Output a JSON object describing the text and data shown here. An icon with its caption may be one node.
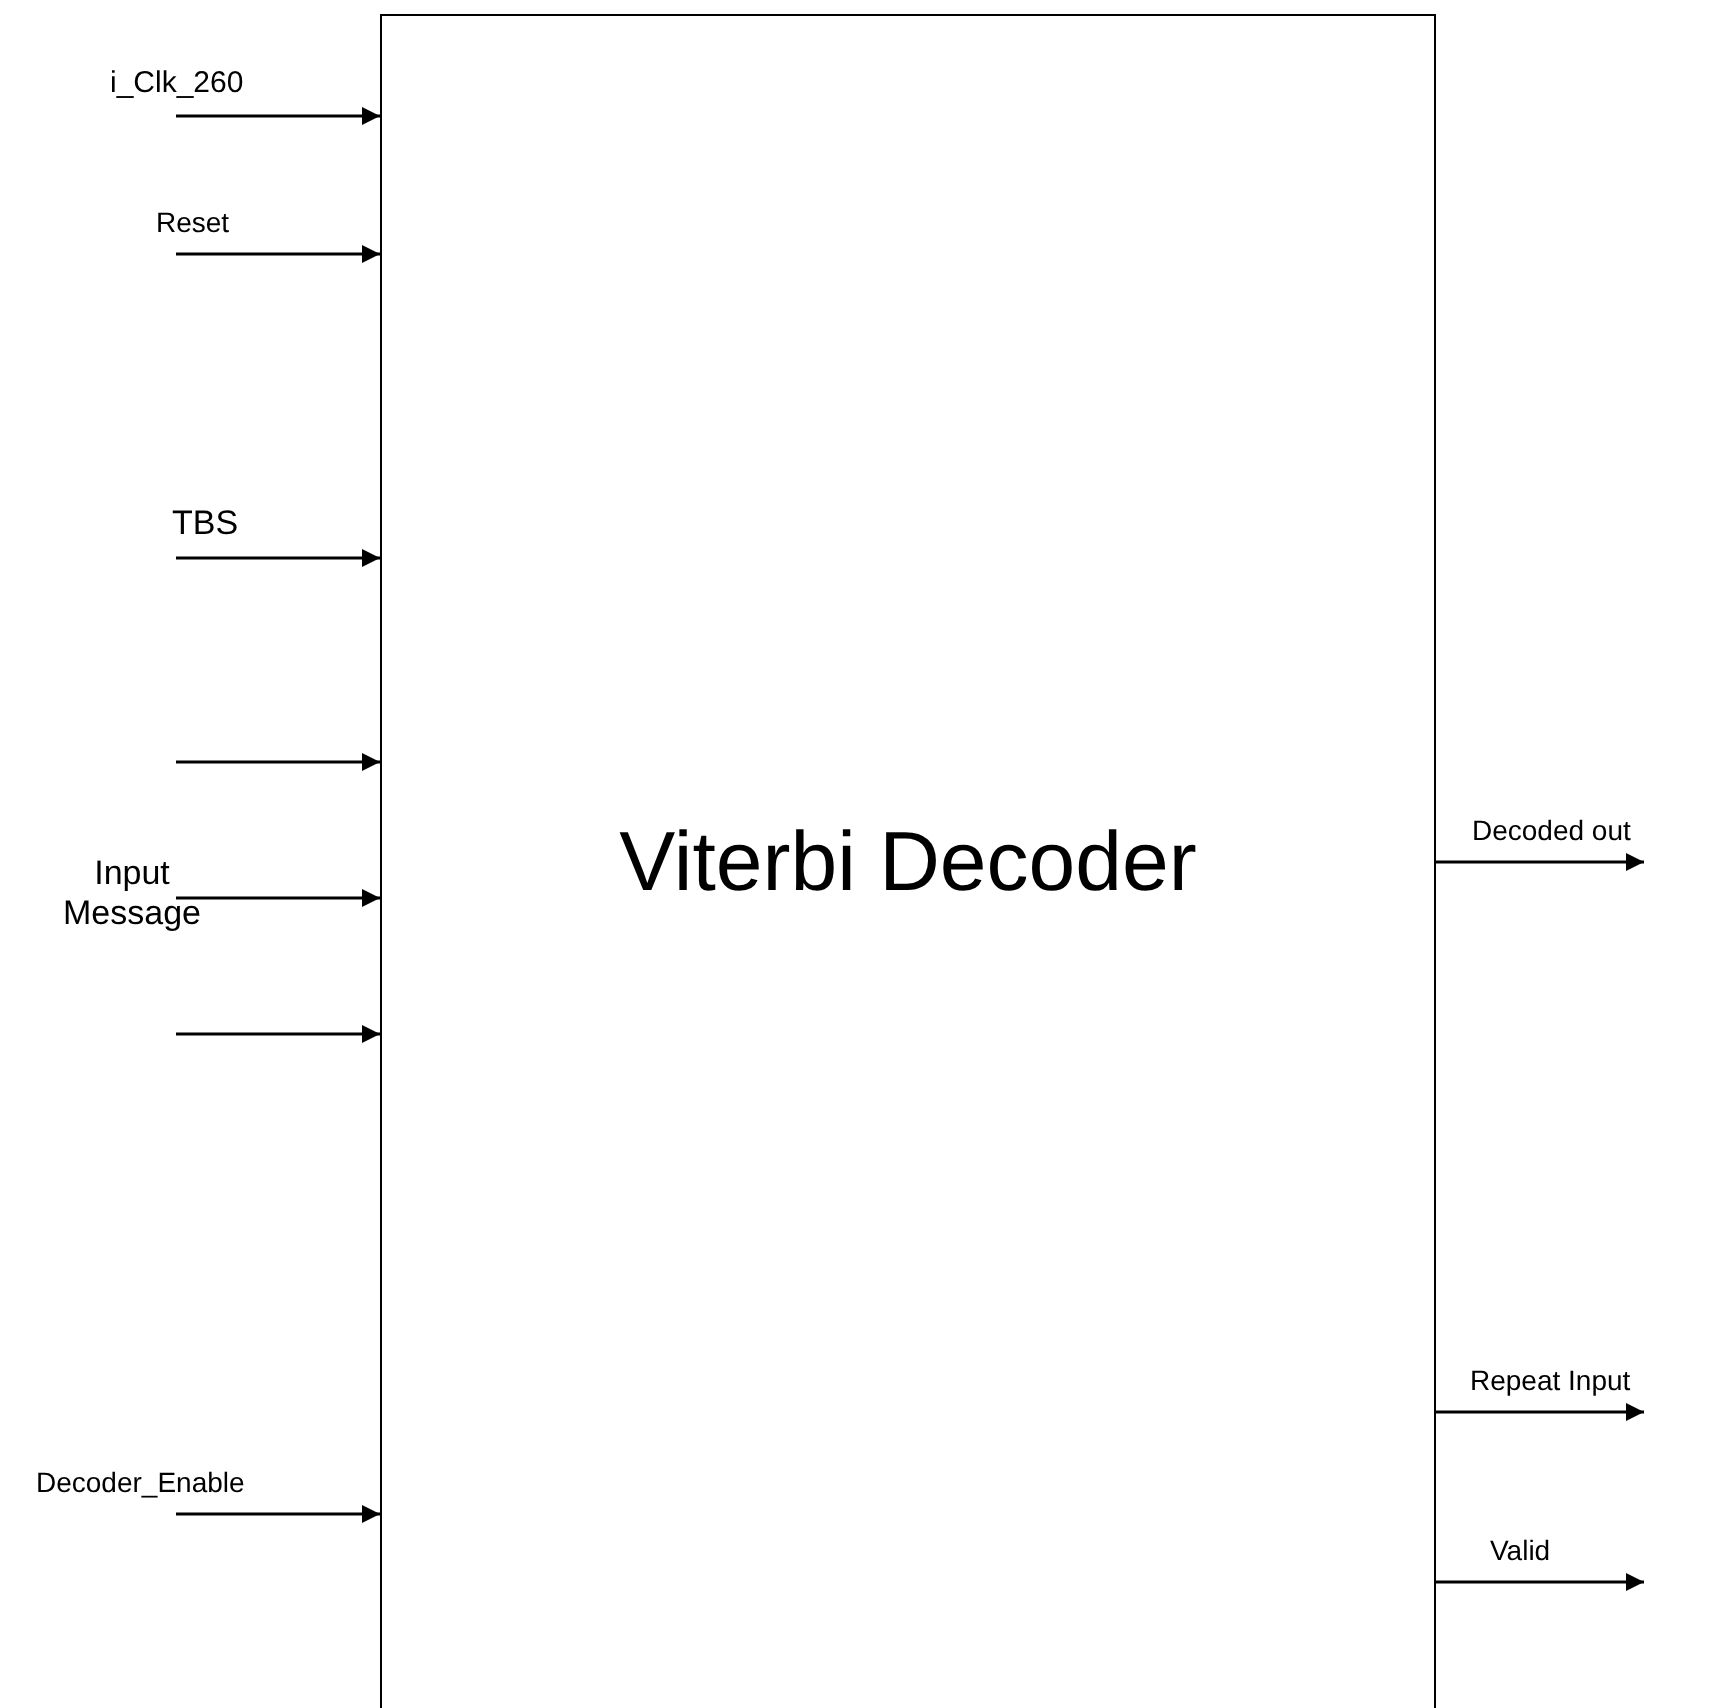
{
  "diagram": {
    "nodes": [
      {
        "text": [
          "Viterbi Decoder"
        ]
      },
      {
        "text": [
          "i_Clk_260"
        ]
      },
      {
        "text": [
          "Reset"
        ]
      },
      {
        "text": [
          "TBS"
        ]
      },
      {
        "text": [
          "Decoder_Enable"
        ]
      },
      {
        "text": [
          "Decoded out"
        ]
      },
      {
        "text": [
          "Repeat Input"
        ]
      },
      {
        "text": [
          "Valid"
        ]
      }
    ],
    "edges": [
      {
        "from": 1,
        "to": 0,
        "arrow": "to"
      },
      {
        "from": 2,
        "to": 0,
        "arrow": "to"
      },
      {
        "from": 3,
        "to": 0,
        "arrow": "to"
      },
      {
        "from": null,
        "to": 0,
        "arrow": "to"
      },
      {
        "from": null,
        "to": 0,
        "arrow": "to",
        "label": "Input Message"
      },
      {
        "from": null,
        "to": 0,
        "arrow": "to"
      },
      {
        "from": 4,
        "to": 0,
        "arrow": "to"
      },
      {
        "from": 0,
        "to": 5,
        "arrow": "to"
      },
      {
        "from": 0,
        "to": 6,
        "arrow": "to"
      },
      {
        "from": 0,
        "to": 7,
        "arrow": "to"
      }
    ]
  }
}
